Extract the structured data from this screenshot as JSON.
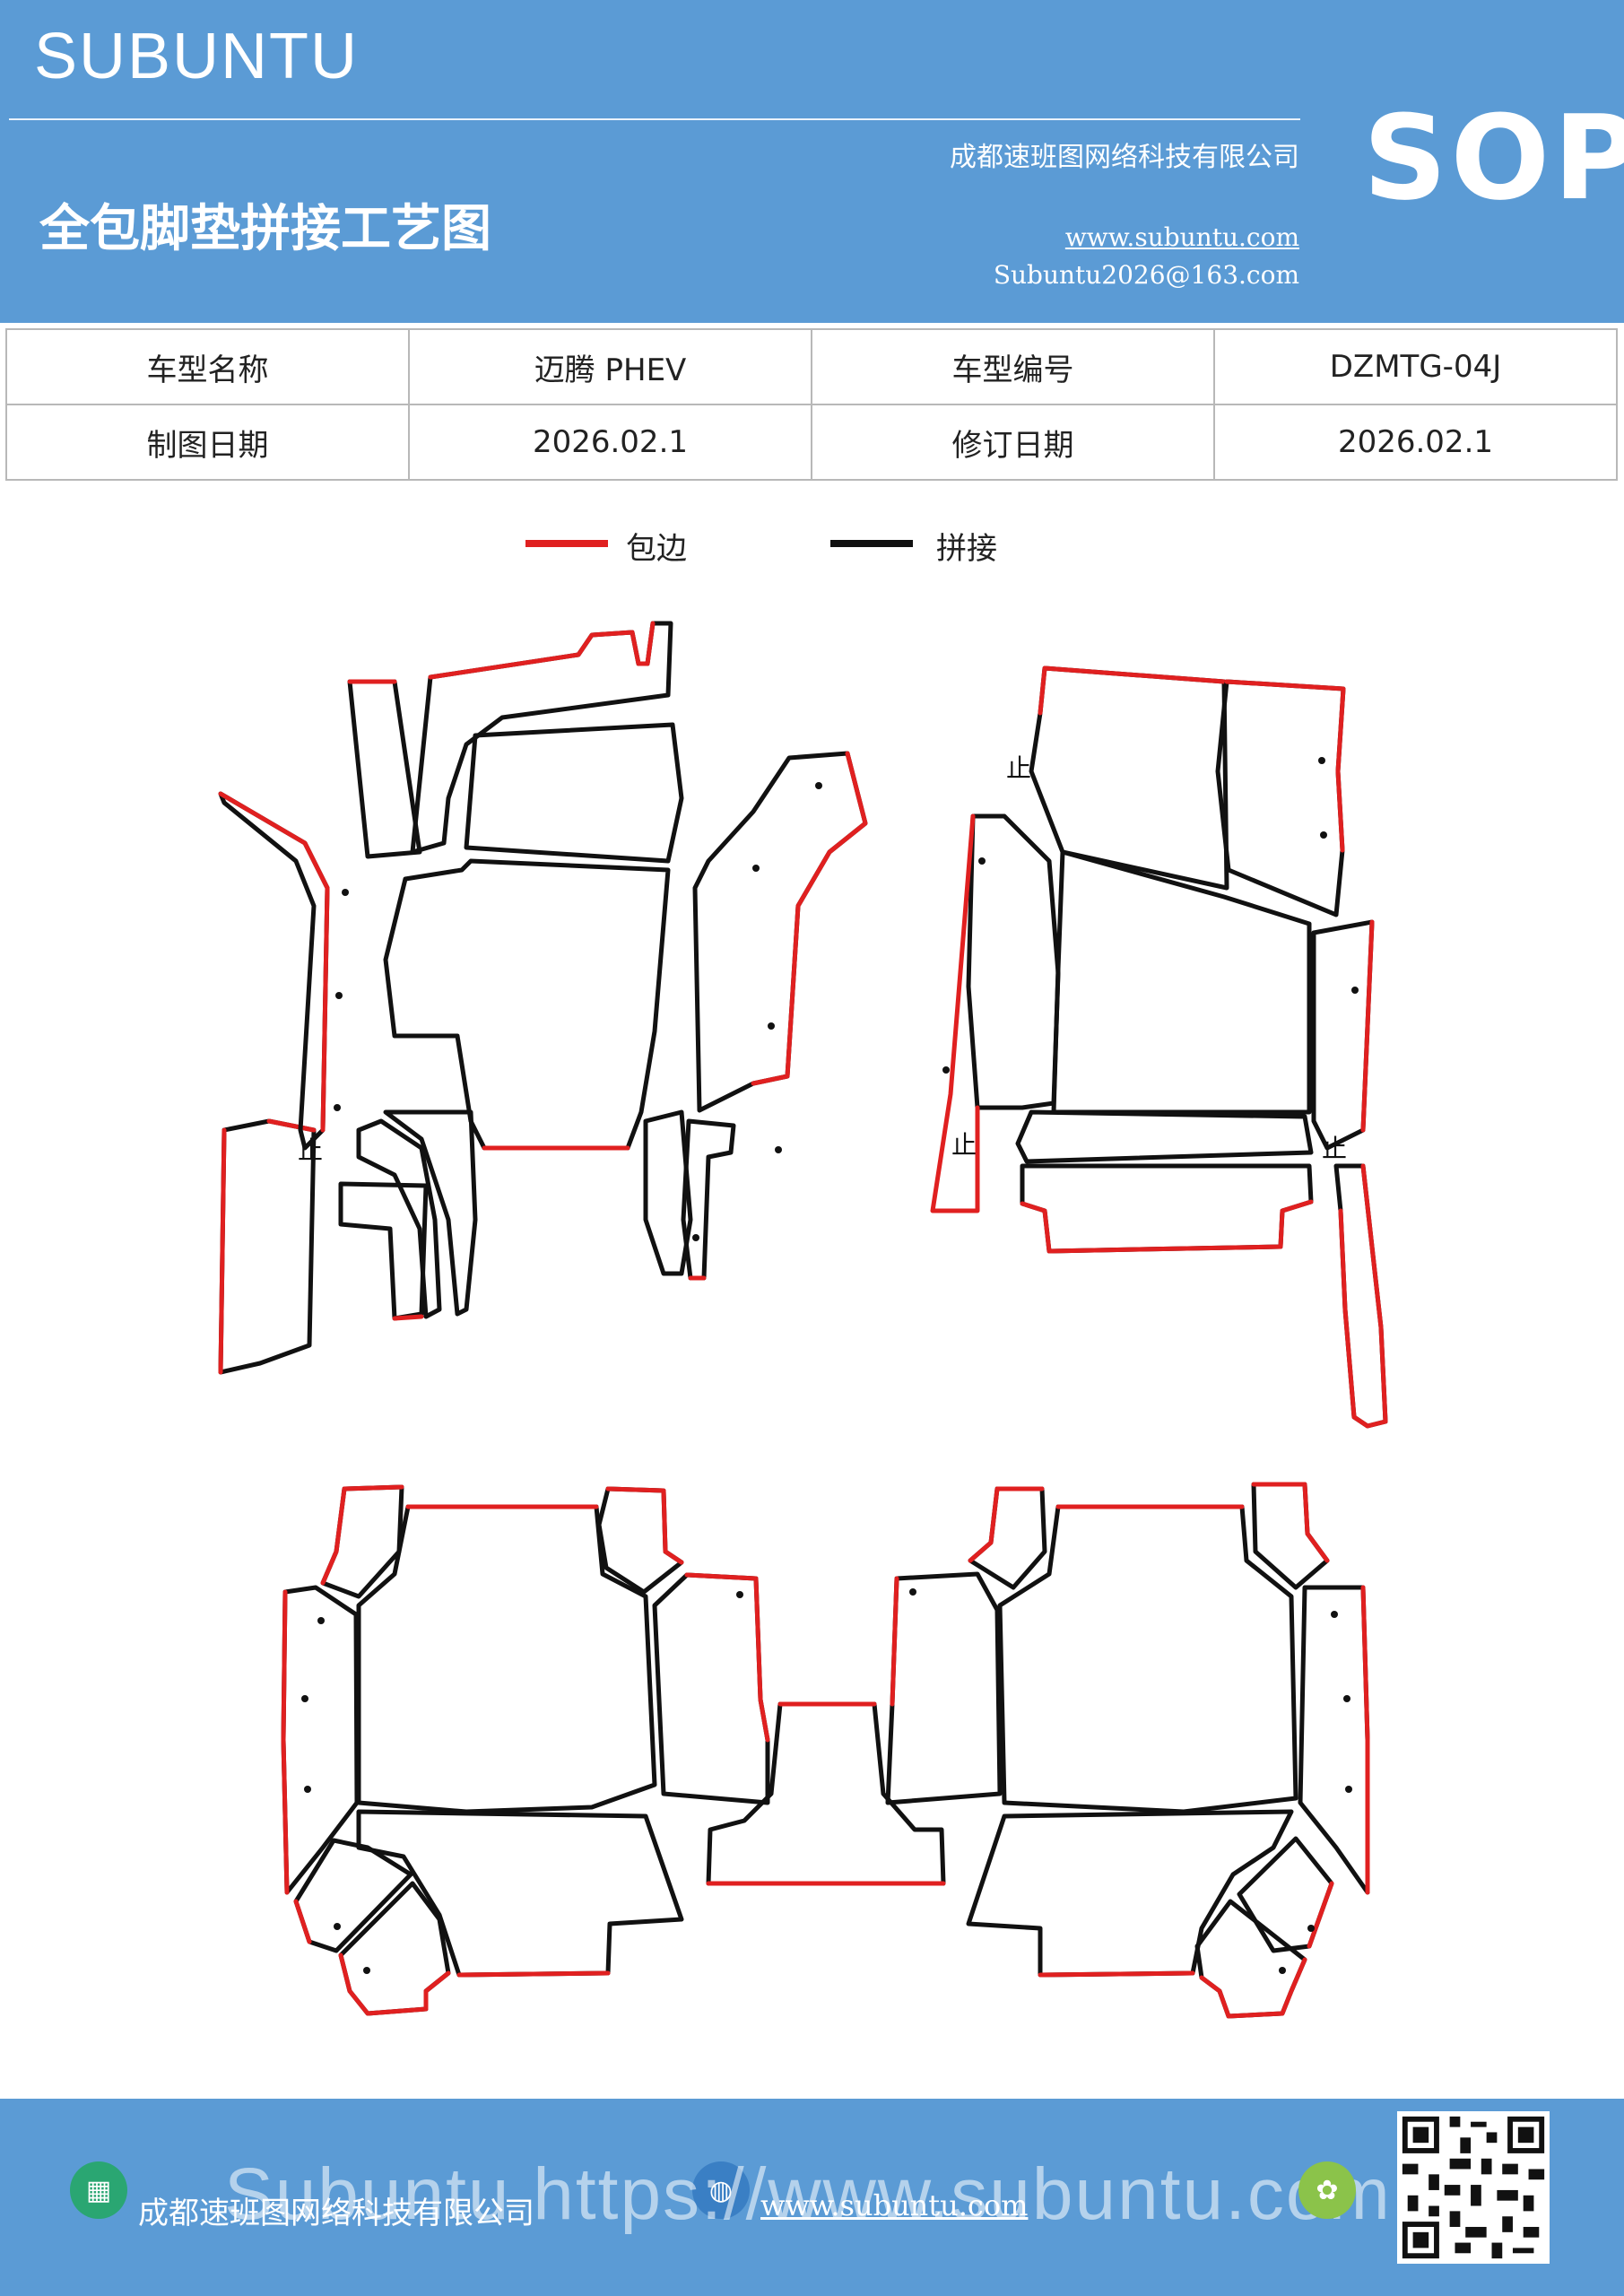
{
  "header": {
    "brand": "SUBUNTU",
    "title": "全包脚垫拼接工艺图",
    "company": "成都速班图网络科技有限公司",
    "website": "www.subuntu.com",
    "email": "Subuntu2026@163.com",
    "badge": "SOP"
  },
  "info_table": {
    "rows": [
      [
        "车型名称",
        "迈腾 PHEV",
        "车型编号",
        "DZMTG-04J"
      ],
      [
        "制图日期",
        "2026.02.1",
        "修订日期",
        "2026.02.1"
      ]
    ]
  },
  "legend": {
    "items": [
      {
        "label": "包边",
        "color": "#e02020"
      },
      {
        "label": "拼接",
        "color": "#111111"
      }
    ]
  },
  "diagram": {
    "stop_label": "止"
  },
  "footer": {
    "company": "成都速班图网络科技有限公司",
    "website": "www.subuntu.com",
    "watermark": "Subuntu https://www.subuntu.com"
  },
  "colors": {
    "header_bg": "#5b9bd5",
    "edge_binding": "#e02020",
    "seam": "#111111"
  }
}
